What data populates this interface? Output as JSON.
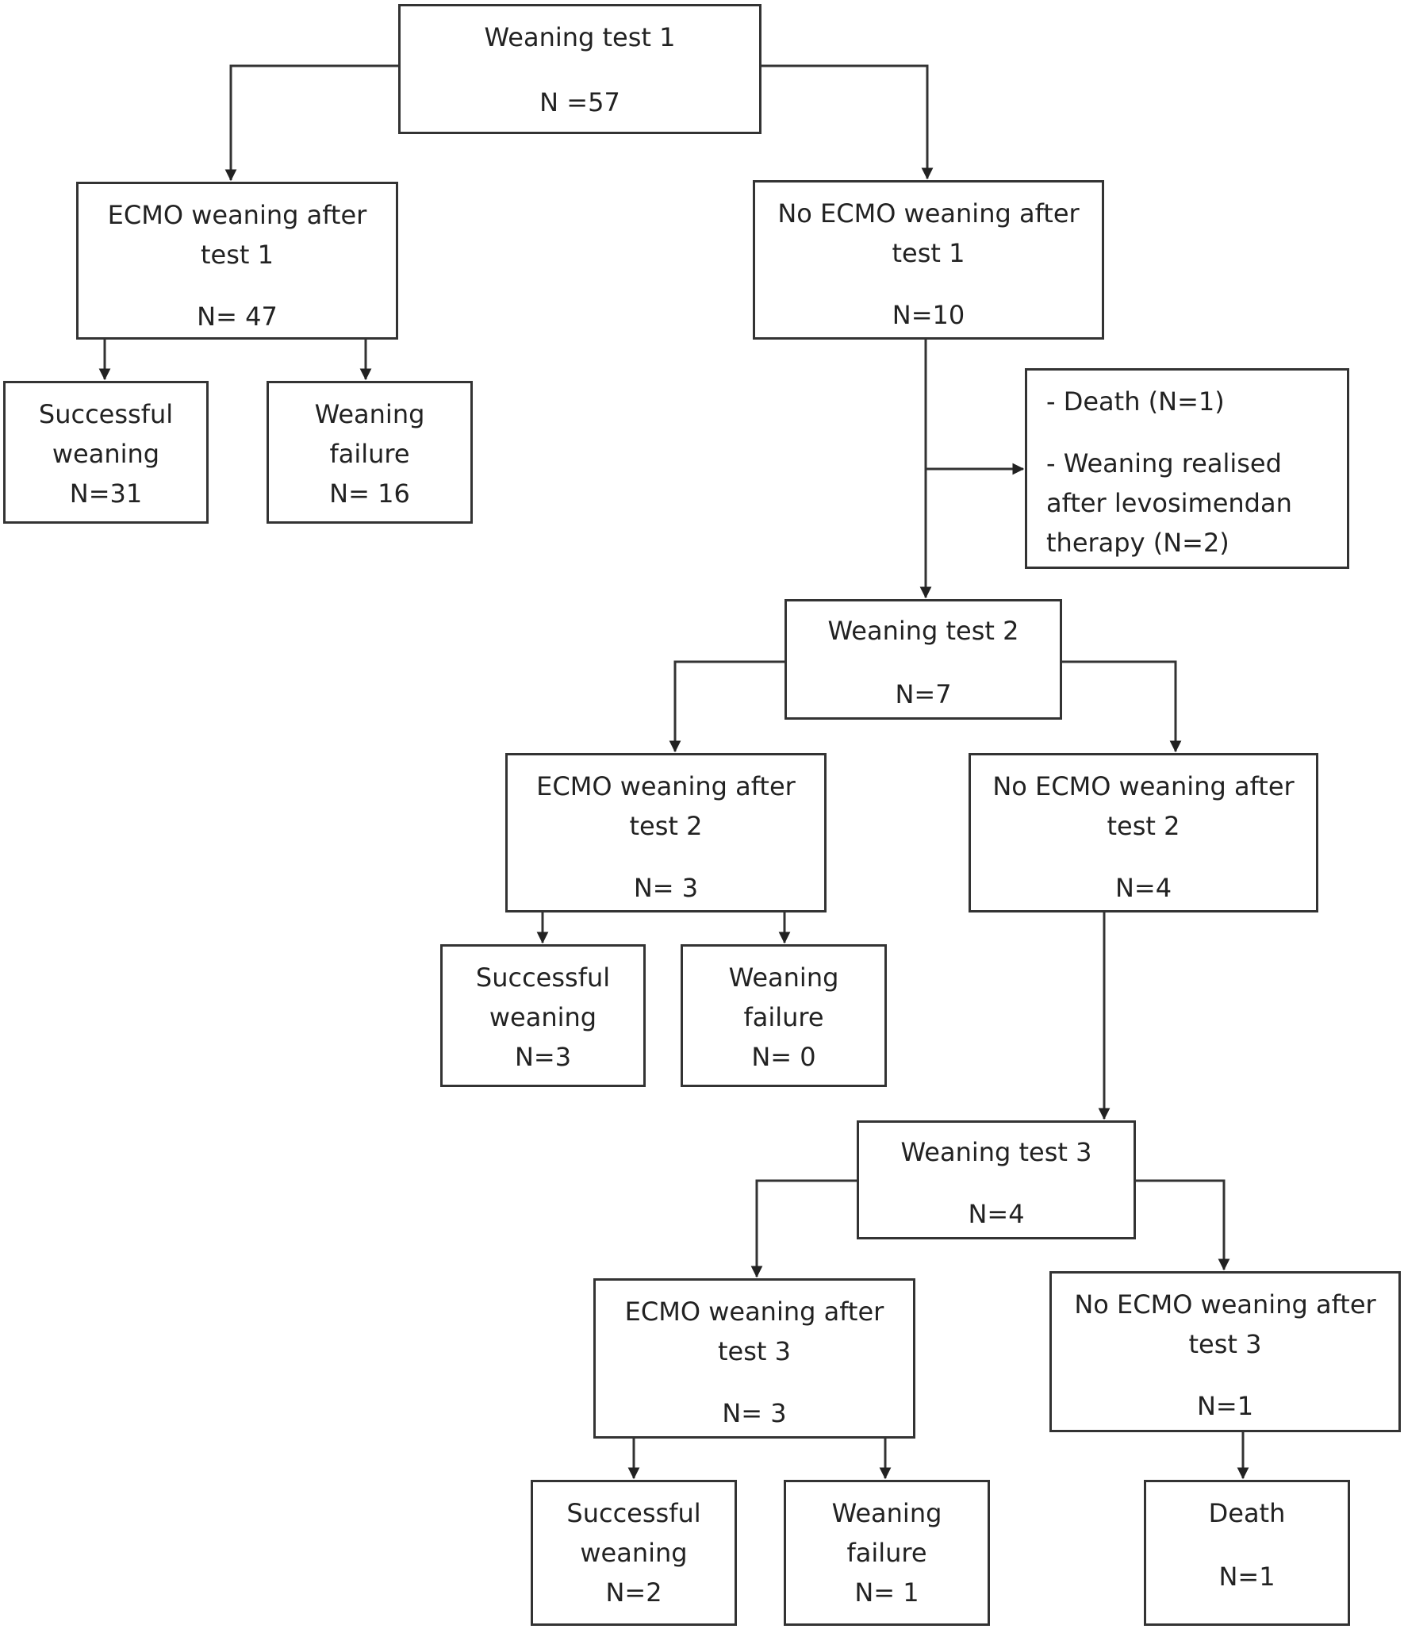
{
  "test1": {
    "title": "Weaning test 1",
    "n": "N =57",
    "weaning": {
      "line1": "ECMO weaning after",
      "line2": "test 1",
      "n": "N= 47"
    },
    "no_weaning": {
      "line1": "No ECMO weaning after",
      "line2": "test 1",
      "n": "N=10"
    },
    "success": {
      "line1": "Successful",
      "line2": "weaning",
      "n": "N=31"
    },
    "failure": {
      "line1": "Weaning",
      "line2": "failure",
      "n": "N= 16"
    },
    "side_note": {
      "item1": "- Death (N=1)",
      "item2_line1": "- Weaning realised",
      "item2_line2": "after levosimendan",
      "item2_line3": "therapy (N=2)"
    }
  },
  "test2": {
    "title": "Weaning test 2",
    "n": "N=7",
    "weaning": {
      "line1": "ECMO weaning after",
      "line2": "test 2",
      "n": "N= 3"
    },
    "no_weaning": {
      "line1": "No ECMO weaning after",
      "line2": "test 2",
      "n": "N=4"
    },
    "success": {
      "line1": "Successful",
      "line2": "weaning",
      "n": "N=3"
    },
    "failure": {
      "line1": "Weaning",
      "line2": "failure",
      "n": "N= 0"
    }
  },
  "test3": {
    "title": "Weaning test 3",
    "n": "N=4",
    "weaning": {
      "line1": "ECMO weaning after",
      "line2": "test 3",
      "n": "N= 3"
    },
    "no_weaning": {
      "line1": "No ECMO weaning after",
      "line2": "test 3",
      "n": "N=1"
    },
    "success": {
      "line1": "Successful",
      "line2": "weaning",
      "n": "N=2"
    },
    "failure": {
      "line1": "Weaning",
      "line2": "failure",
      "n": "N= 1"
    },
    "death": {
      "label": "Death",
      "n": "N=1"
    }
  }
}
